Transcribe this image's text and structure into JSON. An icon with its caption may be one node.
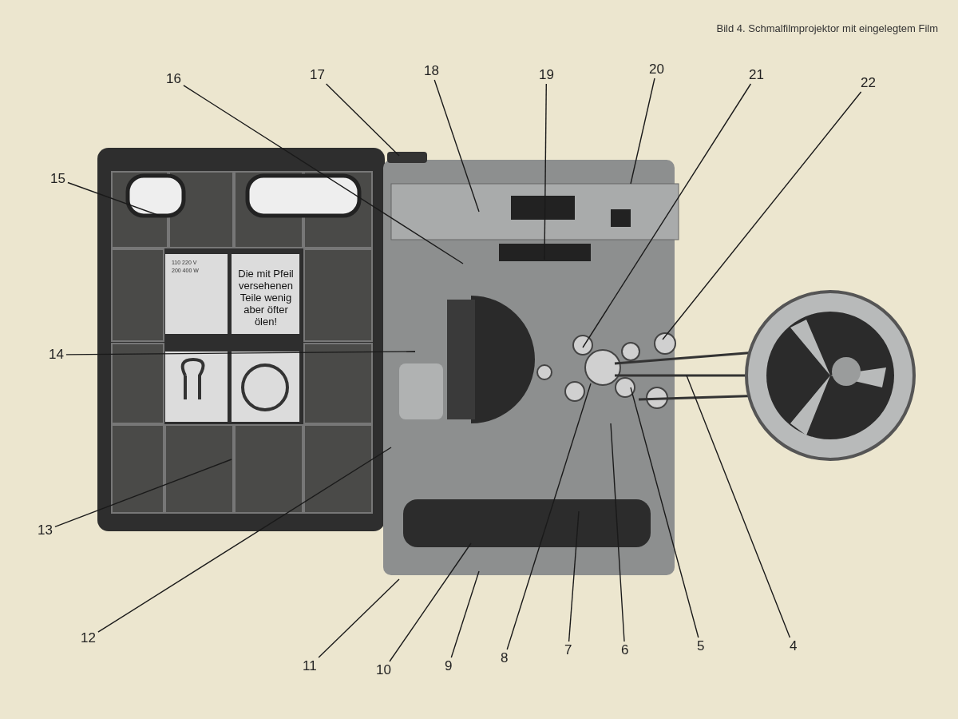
{
  "diagram": {
    "caption": "Bild 4. Schmalfilmprojektor mit eingelegtem Film",
    "nodes": [
      {
        "text": [
          "4"
        ]
      },
      {
        "text": [
          "5"
        ]
      },
      {
        "text": [
          "6"
        ]
      },
      {
        "text": [
          "7"
        ]
      },
      {
        "text": [
          "8"
        ]
      },
      {
        "text": [
          "9"
        ]
      },
      {
        "text": [
          "10"
        ]
      },
      {
        "text": [
          "11"
        ]
      },
      {
        "text": [
          "12"
        ]
      },
      {
        "text": [
          "13"
        ]
      },
      {
        "text": [
          "14"
        ]
      },
      {
        "text": [
          "15"
        ]
      },
      {
        "text": [
          "16"
        ]
      },
      {
        "text": [
          "17"
        ]
      },
      {
        "text": [
          "18"
        ]
      },
      {
        "text": [
          "19"
        ]
      },
      {
        "text": [
          "20"
        ]
      },
      {
        "text": [
          "21"
        ]
      },
      {
        "text": [
          "22"
        ]
      }
    ],
    "edges": [
      {
        "from": 0,
        "to": null,
        "arrow": "none"
      },
      {
        "from": 1,
        "to": null,
        "arrow": "none"
      },
      {
        "from": 2,
        "to": null,
        "arrow": "none"
      },
      {
        "from": 3,
        "to": null,
        "arrow": "none"
      },
      {
        "from": 4,
        "to": null,
        "arrow": "none"
      },
      {
        "from": 5,
        "to": null,
        "arrow": "none"
      },
      {
        "from": 6,
        "to": null,
        "arrow": "none"
      },
      {
        "from": 7,
        "to": null,
        "arrow": "none"
      },
      {
        "from": 8,
        "to": null,
        "arrow": "none"
      },
      {
        "from": 9,
        "to": null,
        "arrow": "none"
      },
      {
        "from": 10,
        "to": null,
        "arrow": "none"
      },
      {
        "from": 11,
        "to": null,
        "arrow": "none"
      },
      {
        "from": 12,
        "to": null,
        "arrow": "none"
      },
      {
        "from": 13,
        "to": null,
        "arrow": "none"
      },
      {
        "from": 14,
        "to": null,
        "arrow": "none"
      },
      {
        "from": 15,
        "to": null,
        "arrow": "none"
      },
      {
        "from": 16,
        "to": null,
        "arrow": "none"
      },
      {
        "from": 17,
        "to": null,
        "arrow": "none"
      },
      {
        "from": 18,
        "to": null,
        "arrow": "none"
      }
    ],
    "labels": [
      "Die mit Pfeil versehenen Teile wenig aber öfter ölen!",
      "110 220 V",
      "200 400 W"
    ]
  }
}
